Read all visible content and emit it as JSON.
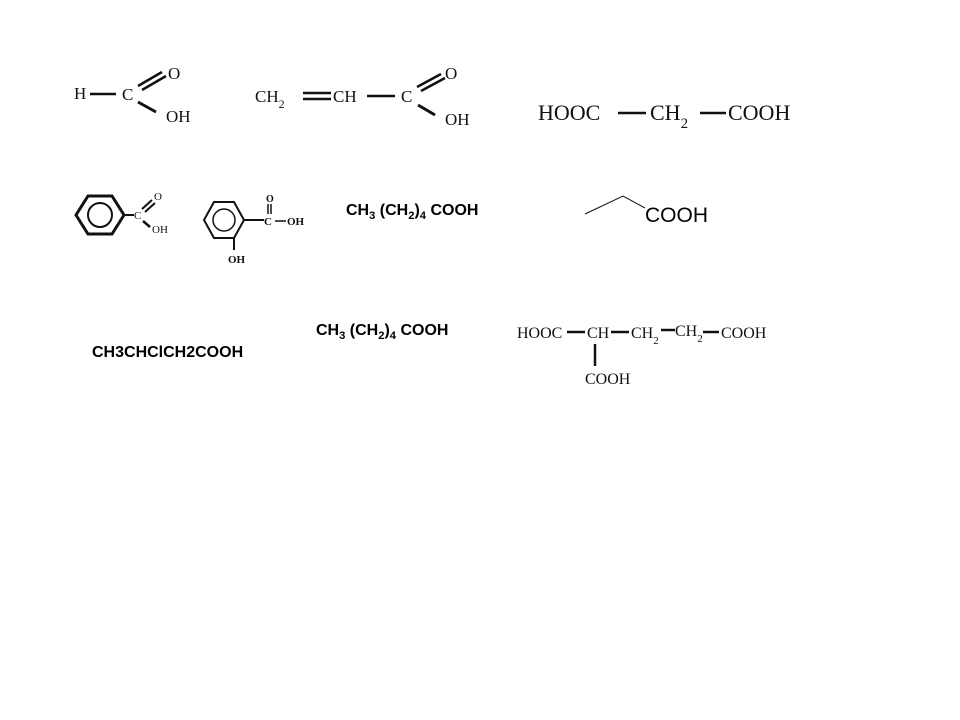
{
  "slide": {
    "background": "#ffffff",
    "ink_color": "#111111"
  },
  "structures": {
    "formic_acid": {
      "atoms": {
        "h": "H",
        "c": "C",
        "o": "O",
        "oh": "OH"
      }
    },
    "acrylic_acid": {
      "ch2": "CH",
      "ch2_sub": "2",
      "ch": "CH",
      "c": "C",
      "o": "O",
      "oh": "OH"
    },
    "malonic_acid": {
      "left": "HOOC",
      "mid": "CH",
      "mid_sub": "2",
      "right": "COOH"
    },
    "benzoic_acid": {
      "c": "C",
      "o": "O",
      "oh": "OH"
    },
    "salicylic_acid": {
      "c": "C",
      "o": "O",
      "oh": "OH",
      "ring_oh": "OH"
    },
    "hexanoic_acid_1": {
      "ch3": "CH",
      "ch3_sub": "3",
      "paren_open": "(CH",
      "ch2_sub": "2",
      "paren_close": ")",
      "n_sub": "4",
      "cooh": "COOH"
    },
    "propanoic_acid_skeletal": {
      "cooh": "COOH"
    },
    "chloro_butanoic_acid": {
      "text": "CH3CHClCH2COOH"
    },
    "hexanoic_acid_2": {
      "ch3": "CH",
      "ch3_sub": "3",
      "paren_open": "(CH",
      "ch2_sub": "2",
      "paren_close": ")",
      "n_sub": "4",
      "cooh": "COOH"
    },
    "tricarboxylic_acid": {
      "left": "HOOC",
      "ch": "CH",
      "ch2a": "CH",
      "ch2a_sub": "2",
      "ch2b": "CH",
      "ch2b_sub": "2",
      "right": "COOH",
      "branch": "COOH"
    }
  }
}
